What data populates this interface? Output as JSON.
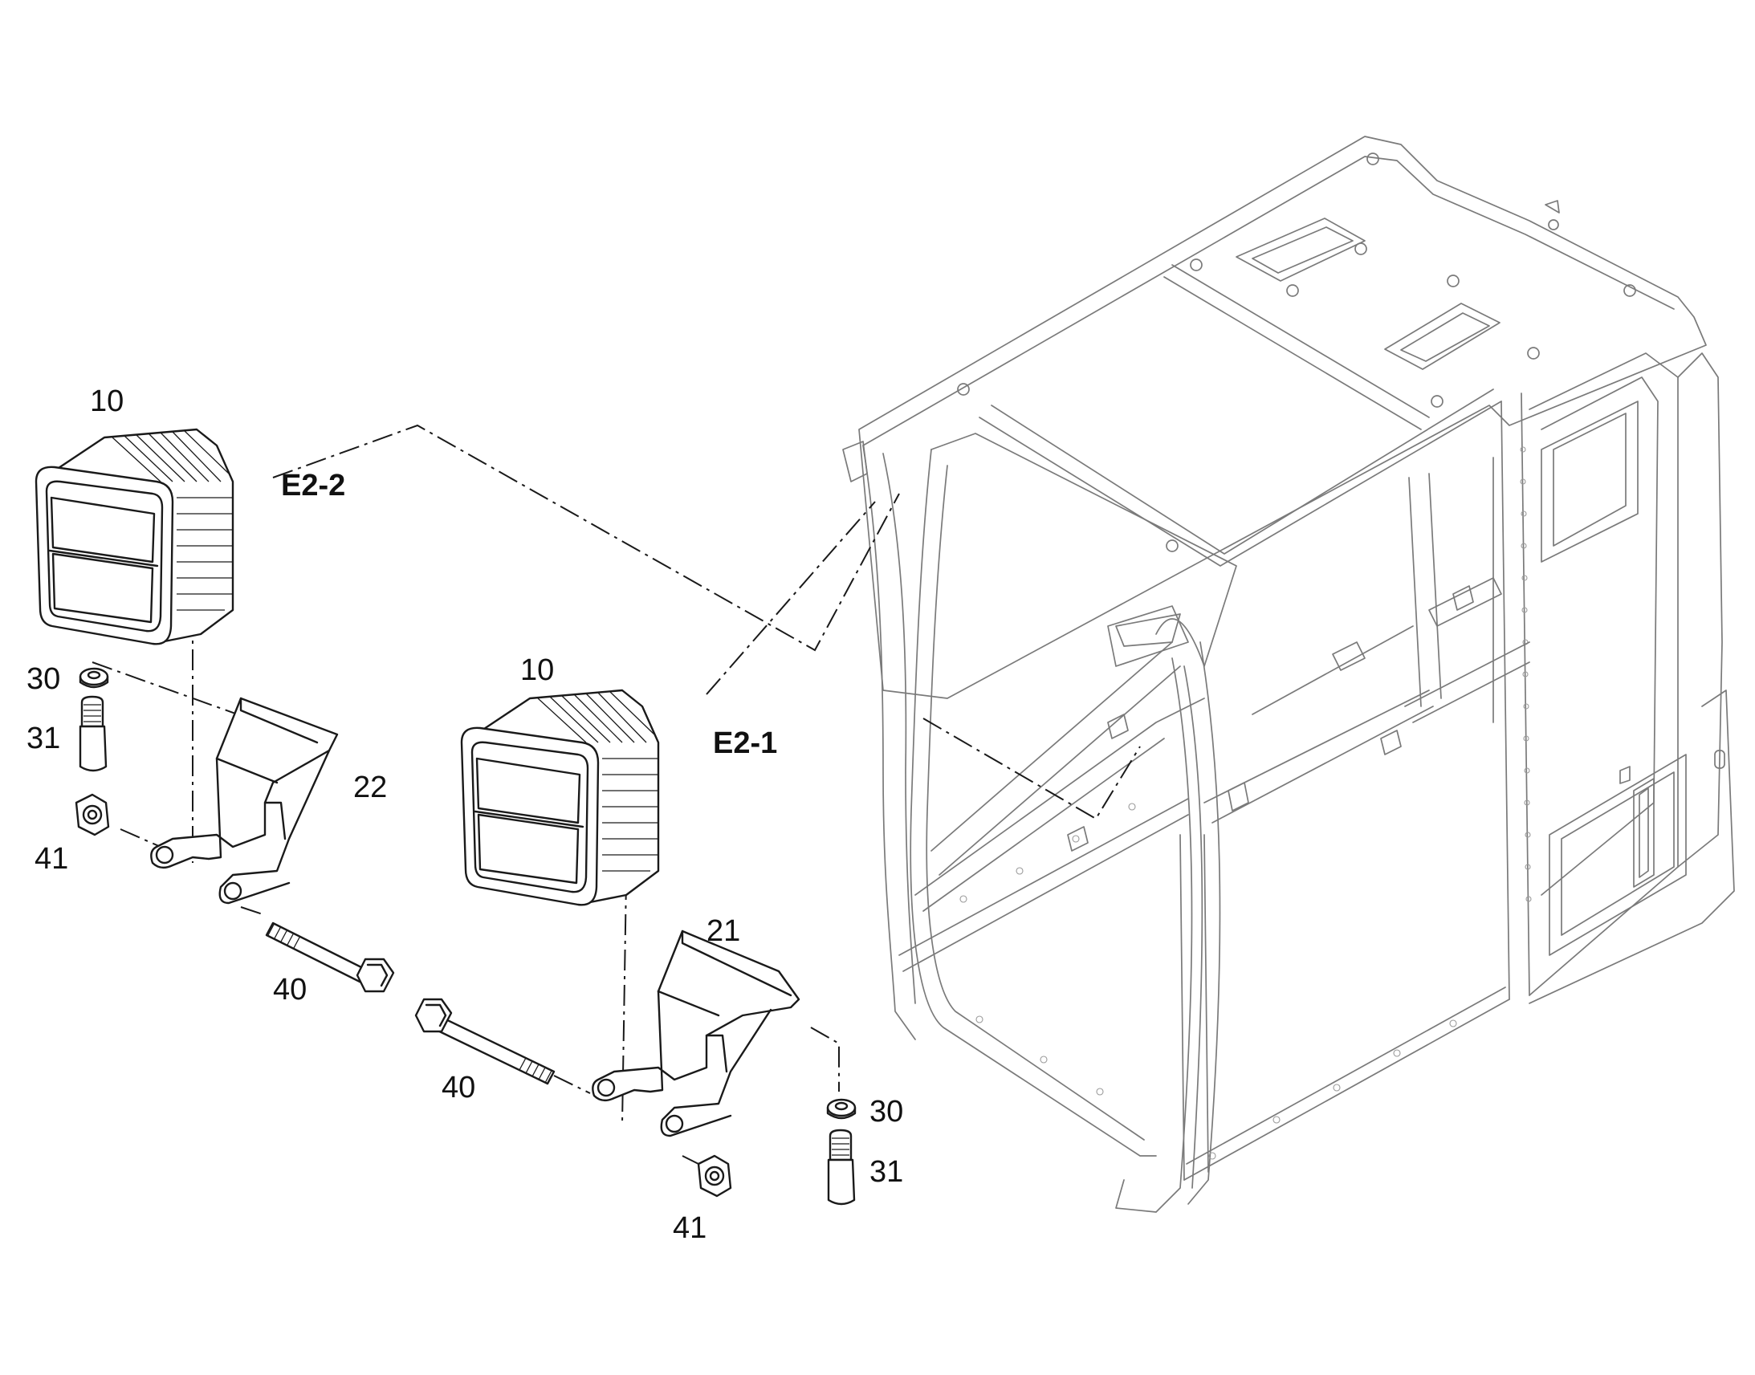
{
  "labels": {
    "lamp_left": "10",
    "lamp_right": "10",
    "group_left": "E2-2",
    "group_right": "E2-1",
    "bracket_left": "22",
    "bracket_right": "21",
    "washer_left": "30",
    "washer_right": "30",
    "screw_left": "31",
    "screw_right": "31",
    "bolt_left": "40",
    "bolt_right": "40",
    "nut_left": "41",
    "nut_right": "41"
  }
}
